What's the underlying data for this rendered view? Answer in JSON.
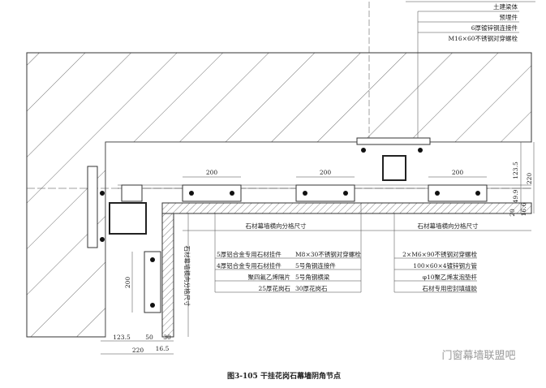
{
  "callouts_top": [
    "土建梁体",
    "预埋件",
    "6厚镀锌钢连接件",
    "M16×60不锈钢对穿螺栓"
  ],
  "labels_left": [
    "5厚铝合金专用石材挂件",
    "4厚铝合金专用石材挂件",
    "聚四氟乙烯隔片",
    "25厚花岗石"
  ],
  "labels_middle": [
    "M8×30不锈钢对穿螺栓",
    "5号角钢连接件",
    "5号角钢横梁",
    "30厚花岗石"
  ],
  "labels_right": [
    "2×M6×90不锈钢对穿螺栓",
    "100×60×4镀锌钢方管",
    "φ10聚乙烯发泡垫杆",
    "石材专用密封填缝胶"
  ],
  "dims_top": [
    "200",
    "200",
    "200"
  ],
  "dim_vertical": "200",
  "grid_label_horizontal": "石材幕墙横向分格尺寸",
  "grid_label_vertical": "石材幕墙横向分格尺寸",
  "dims_right": [
    "123.5",
    "220",
    "49.9",
    "16.6",
    "20"
  ],
  "dims_bottom": [
    "123.5",
    "50",
    "30",
    "16.5",
    "220"
  ],
  "caption": "图3-105    干挂花岗石幕墙阴角节点",
  "watermark": "门窗幕墙联盟吧"
}
